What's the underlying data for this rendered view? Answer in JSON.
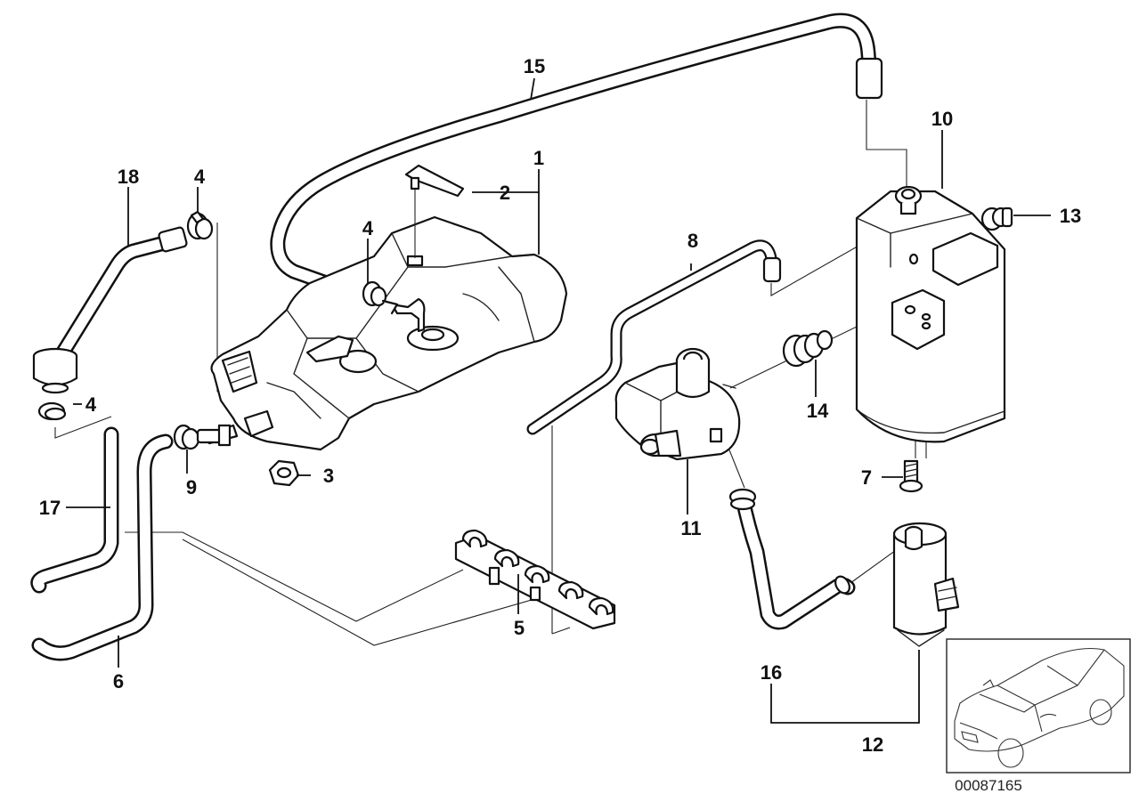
{
  "diagram": {
    "parts": [
      {
        "id": "p1",
        "label": "1"
      },
      {
        "id": "p2",
        "label": "2"
      },
      {
        "id": "p3",
        "label": "3"
      },
      {
        "id": "p4a",
        "label": "4"
      },
      {
        "id": "p4b",
        "label": "4"
      },
      {
        "id": "p4c",
        "label": "4"
      },
      {
        "id": "p5",
        "label": "5"
      },
      {
        "id": "p6",
        "label": "6"
      },
      {
        "id": "p7",
        "label": "7"
      },
      {
        "id": "p8",
        "label": "8"
      },
      {
        "id": "p9",
        "label": "9"
      },
      {
        "id": "p10",
        "label": "10"
      },
      {
        "id": "p11",
        "label": "11"
      },
      {
        "id": "p12",
        "label": "12"
      },
      {
        "id": "p13",
        "label": "13"
      },
      {
        "id": "p14",
        "label": "14"
      },
      {
        "id": "p15",
        "label": "15"
      },
      {
        "id": "p16",
        "label": "16"
      },
      {
        "id": "p17",
        "label": "17"
      },
      {
        "id": "p18",
        "label": "18"
      }
    ],
    "image_code": "00087165"
  }
}
